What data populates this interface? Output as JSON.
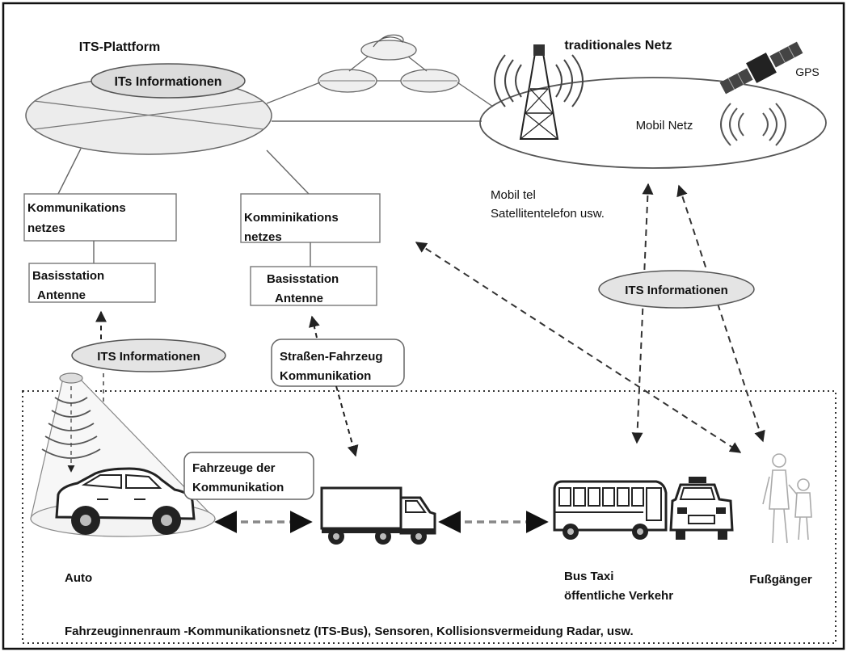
{
  "platform": {
    "title": "ITS-Plattform",
    "info_label": "ITs Informationen"
  },
  "traditional_network": {
    "title": "traditionales Netz",
    "mobile_label": "Mobil Netz",
    "gps_label": "GPS",
    "devices_line1": "Mobil tel",
    "devices_line2": "Satellitentelefon usw."
  },
  "left_branch": {
    "comm_line1": "Kommunikations",
    "comm_line2": "netzes",
    "station_line1": "Basisstation",
    "station_line2": "Antenne",
    "info_label": "ITS Informationen"
  },
  "middle_branch": {
    "comm_line1": "Komminikations",
    "comm_line2": "netzes",
    "station_line1": "Basisstation",
    "station_line2": "Antenne",
    "road_line1": "Straßen-Fahrzeug",
    "road_line2": "Kommunikation"
  },
  "right_info_label": "ITS Informationen",
  "vehicles": {
    "v2v_line1": "Fahrzeuge der",
    "v2v_line2": "Kommunikation",
    "car_label": "Auto",
    "bus_line1": "Bus Taxi",
    "bus_line2": "öffentliche Verkehr",
    "pedestrian_label": "Fußgänger"
  },
  "footer_label": "Fahrzeuginnenraum -Kommunikationsnetz (ITS-Bus), Sensoren, Kollisionsvermeidung Radar, usw."
}
